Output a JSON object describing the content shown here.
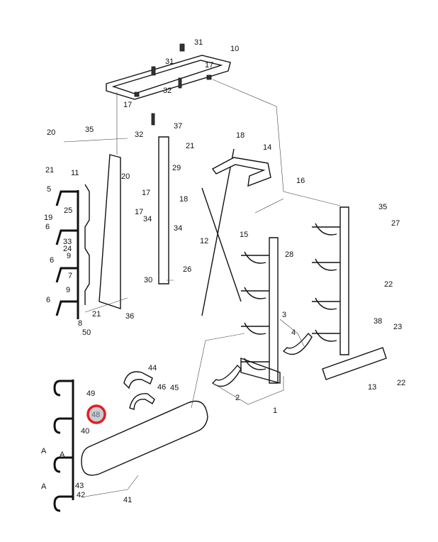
{
  "diagram": {
    "title": "Exploded parts view - cylinder rack assembly",
    "highlight_color": "#e02020",
    "highlighted_callout": "48",
    "labels": [
      "31",
      "10",
      "31",
      "17",
      "32",
      "17",
      "32",
      "20",
      "35",
      "37",
      "18",
      "21",
      "14",
      "21",
      "11",
      "20",
      "29",
      "17",
      "16",
      "5",
      "25",
      "17",
      "18",
      "35",
      "27",
      "19",
      "6",
      "34",
      "34",
      "15",
      "12",
      "33",
      "24",
      "9",
      "6",
      "28",
      "22",
      "7",
      "30",
      "26",
      "9",
      "6",
      "36",
      "21",
      "8",
      "50",
      "3",
      "4",
      "38",
      "23",
      "13",
      "22",
      "44",
      "49",
      "46",
      "45",
      "48",
      "2",
      "1",
      "40",
      "A",
      "A",
      "43",
      "A",
      "42",
      "41"
    ]
  }
}
